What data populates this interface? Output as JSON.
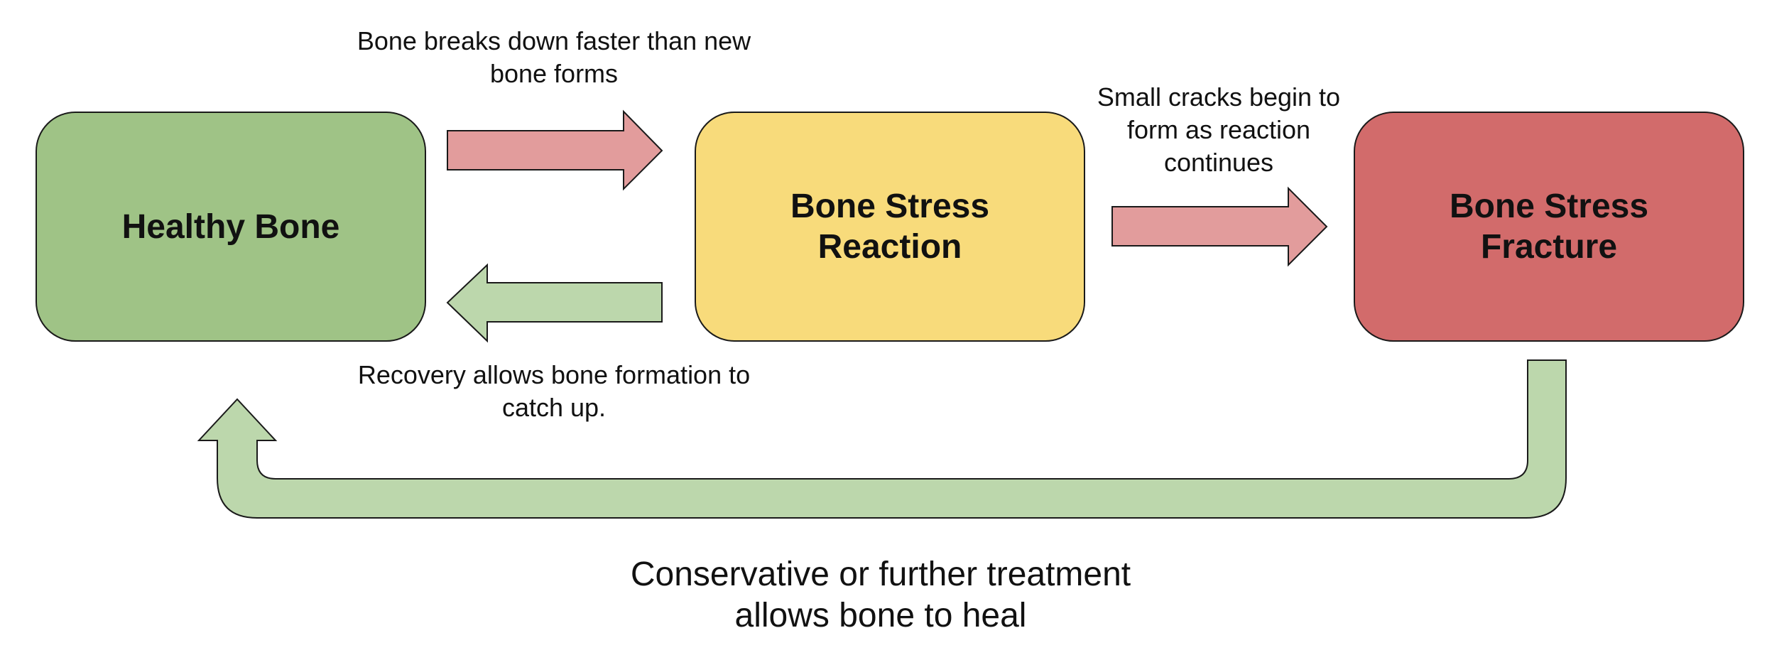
{
  "colors": {
    "healthy": "#9fc386",
    "reaction": "#f8db7b",
    "fracture": "#d26b6b",
    "forward_arrow": "#e29c9c",
    "recovery_arrow": "#bcd7ac",
    "outline": "#1a1a1a"
  },
  "stages": {
    "healthy": {
      "label": "Healthy Bone"
    },
    "reaction": {
      "label": "Bone Stress\nReaction"
    },
    "fracture": {
      "label": "Bone Stress\nFracture"
    }
  },
  "edges": {
    "healthy_to_reaction": {
      "label": "Bone breaks down faster than new\nbone forms",
      "direction": "forward"
    },
    "reaction_to_fracture": {
      "label": "Small cracks begin to\nform as reaction\ncontinues",
      "direction": "forward"
    },
    "reaction_to_healthy": {
      "label": "Recovery allows bone formation to\ncatch up.",
      "direction": "back"
    },
    "fracture_to_healthy": {
      "label": "Conservative or further treatment\nallows bone to heal",
      "direction": "back"
    }
  }
}
